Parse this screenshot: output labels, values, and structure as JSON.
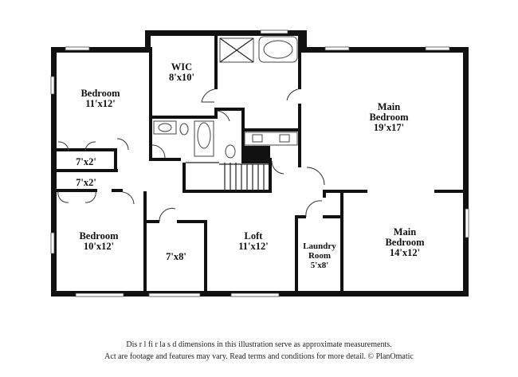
{
  "rooms": {
    "bedroom_upper_left": {
      "name": "Bedroom",
      "size": "11'x12'"
    },
    "wic": {
      "name": "WIC",
      "size": "8'x10'"
    },
    "main_bedroom_upper": {
      "name_line1": "Main",
      "name_line2": "Bedroom",
      "size": "19'x17'"
    },
    "closet_a": {
      "size": "7'x2'"
    },
    "closet_b": {
      "size": "7'x2'"
    },
    "bedroom_lower_left": {
      "name": "Bedroom",
      "size": "10'x12'"
    },
    "closet_c": {
      "size": "7'x8'"
    },
    "loft": {
      "name": "Loft",
      "size": "11'x12'"
    },
    "laundry": {
      "name_line1": "Laundry",
      "name_line2": "Room",
      "size": "5'x8'"
    },
    "main_bedroom_lower": {
      "name_line1": "Main",
      "name_line2": "Bedroom",
      "size": "14'x12'"
    }
  },
  "disclaimer": {
    "line1": "Dis   r   l  fi  r  la  s  d dimensions in this illustration serve as approximate measurements.",
    "line2": "Act   are footage and features may vary. Read terms and conditions for more detail. © PlanOmatic"
  }
}
